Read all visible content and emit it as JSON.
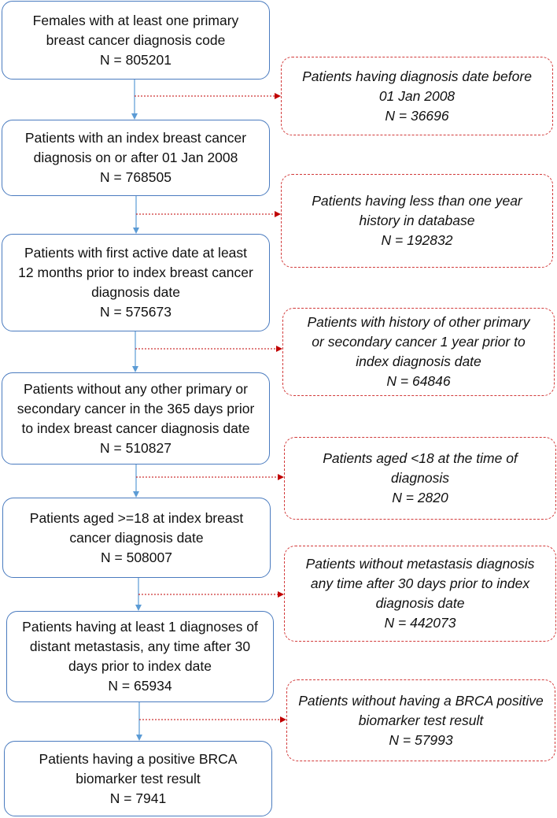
{
  "inclusion_steps": [
    {
      "lines": [
        "Females with at least one primary",
        "breast cancer diagnosis code",
        "N = 805201"
      ]
    },
    {
      "lines": [
        "Patients with an index breast cancer",
        "diagnosis on or after 01 Jan 2008",
        "N = 768505"
      ]
    },
    {
      "lines": [
        "Patients with first active date at least",
        "12 months prior to index breast cancer",
        "diagnosis date",
        "N = 575673"
      ]
    },
    {
      "lines": [
        "Patients without any other primary or",
        "secondary cancer in the 365 days prior",
        "to index breast cancer diagnosis date",
        "N = 510827"
      ]
    },
    {
      "lines": [
        "Patients aged >=18 at index breast",
        "cancer diagnosis date",
        "N = 508007"
      ]
    },
    {
      "lines": [
        "Patients having at least 1 diagnoses of",
        "distant metastasis, any time after 30",
        "days prior to index date",
        "N = 65934"
      ]
    },
    {
      "lines": [
        "Patients having a positive BRCA",
        "biomarker test result",
        "N = 7941"
      ]
    }
  ],
  "exclusions": [
    {
      "lines": [
        "Patients having diagnosis date before",
        "01 Jan 2008",
        "N = 36696"
      ]
    },
    {
      "lines": [
        "Patients having less than one year",
        "history in database",
        "N = 192832"
      ]
    },
    {
      "lines": [
        "Patients with history of other primary",
        "or secondary cancer 1 year prior to",
        "index diagnosis date",
        "N = 64846"
      ]
    },
    {
      "lines": [
        "Patients aged <18 at the time of",
        "diagnosis",
        "N = 2820"
      ]
    },
    {
      "lines": [
        "Patients without metastasis diagnosis",
        "any time after 30 days prior to index",
        "diagnosis date",
        "N = 442073"
      ]
    },
    {
      "lines": [
        "Patients without having a BRCA positive",
        "biomarker test result",
        "N = 57993"
      ]
    }
  ],
  "colors": {
    "main_border": "#4a7bbf",
    "arrow": "#5b9bd5",
    "exclusion_border": "#d23a3a",
    "exclusion_arrow": "#c00000"
  }
}
